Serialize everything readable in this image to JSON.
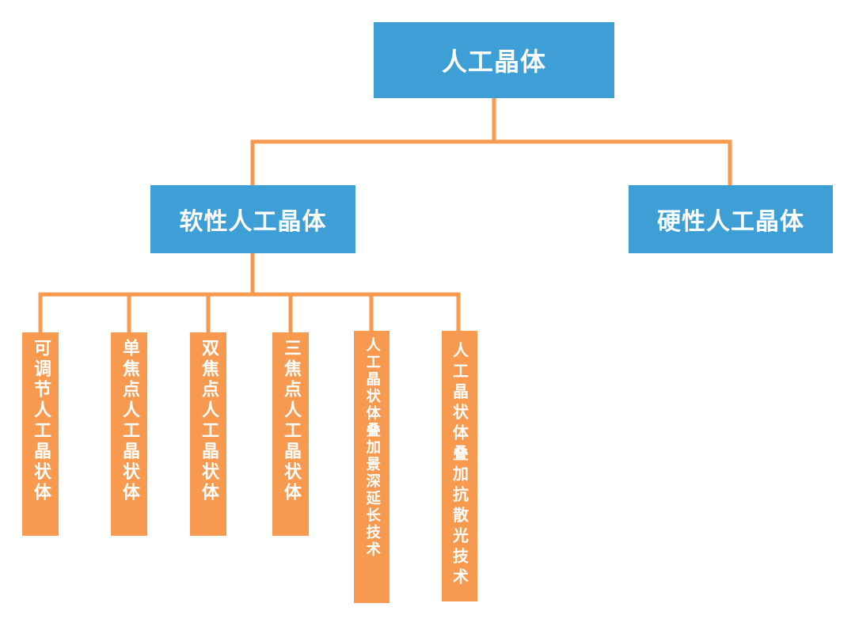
{
  "root": {
    "label": "人工晶体"
  },
  "branches": [
    {
      "label": "软性人工晶体"
    },
    {
      "label": "硬性人工晶体"
    }
  ],
  "soft_children": [
    {
      "label": "可调节人工晶状体"
    },
    {
      "label": "单焦点人工晶状体"
    },
    {
      "label": "双焦点人工晶状体"
    },
    {
      "label": "三焦点人工晶状体"
    },
    {
      "label": "人工晶状体叠加景深延长技术"
    },
    {
      "label": "人工晶状体叠加抗散光技术"
    }
  ],
  "colors": {
    "box_blue": "#3e9fd7",
    "box_orange": "#f79a4f",
    "connector": "#f79a4f",
    "text": "#ffffff"
  }
}
